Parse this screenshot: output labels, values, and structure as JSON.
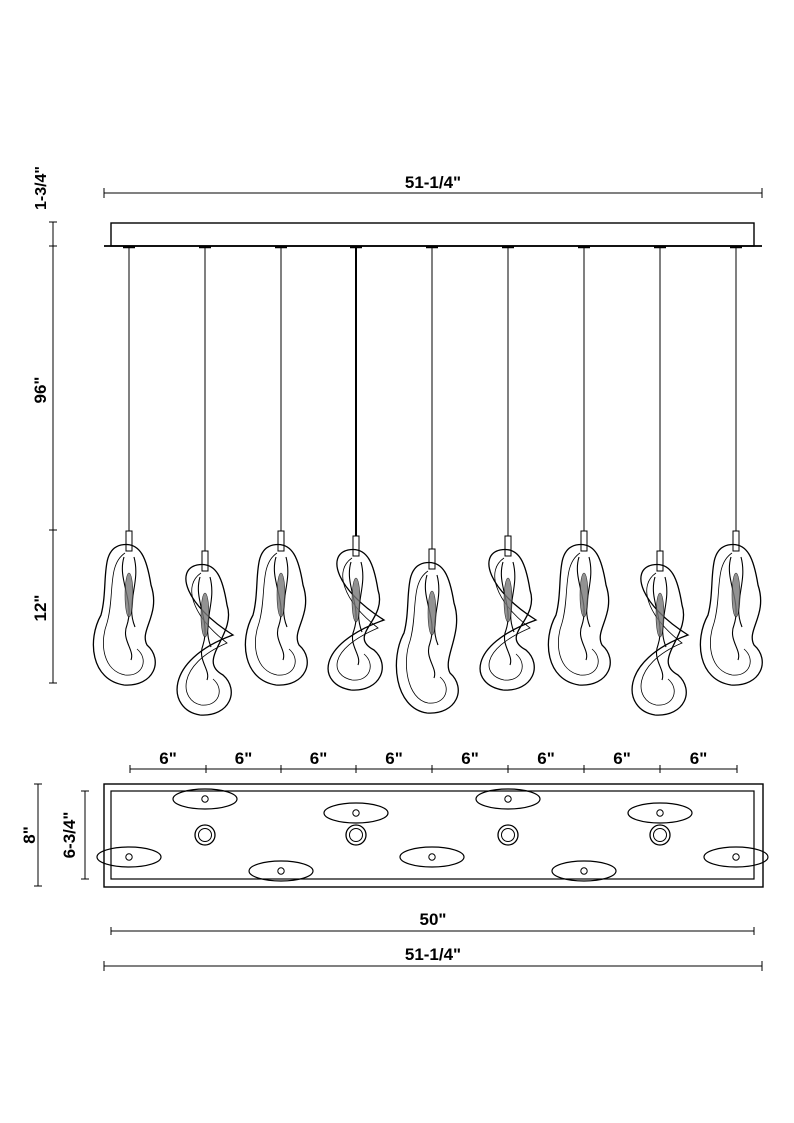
{
  "dimensions": {
    "canopy_width": "51-1/4\"",
    "canopy_height": "1-3/4\"",
    "cord_length": "96\"",
    "shade_height": "12\"",
    "spacing": [
      "6\"",
      "6\"",
      "6\"",
      "6\"",
      "6\"",
      "6\"",
      "6\"",
      "6\""
    ],
    "plate_depth": "8\"",
    "inner_depth": "6-3/4\"",
    "inner_width": "50\"",
    "plate_width": "51-1/4\""
  },
  "colors": {
    "line": "#000000",
    "background": "#ffffff"
  },
  "icons": {
    "pendant": "glass-pendant-icon",
    "mount_point": "mount-point-icon"
  }
}
